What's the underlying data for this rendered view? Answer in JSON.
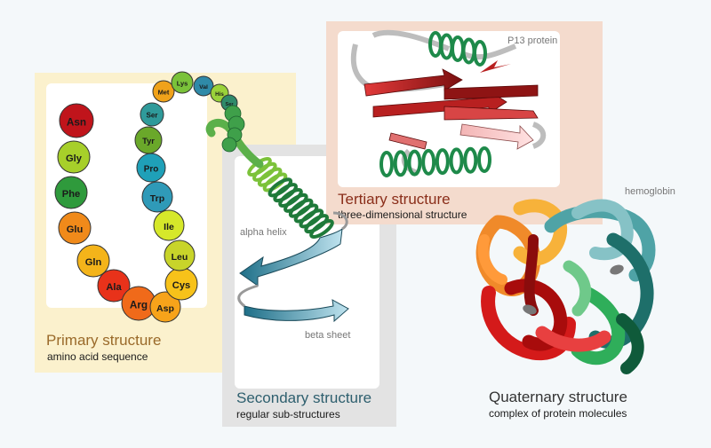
{
  "primary": {
    "title": "Primary structure",
    "subtitle": "amino acid sequence",
    "title_color": "#9a6a2a",
    "amino_acids": [
      "Asn",
      "Gly",
      "Phe",
      "Glu",
      "Gln",
      "Ala",
      "Arg",
      "Asp",
      "Cys",
      "Leu",
      "Ile",
      "Trp",
      "Pro",
      "Tyr",
      "Ser",
      "Met",
      "Lys",
      "Val",
      "His",
      "Ser"
    ]
  },
  "secondary": {
    "title": "Secondary structure",
    "subtitle": "regular sub-structures",
    "title_color": "#2e5f6e",
    "helix_label": "alpha helix",
    "sheet_label": "beta sheet"
  },
  "tertiary": {
    "title": "Tertiary structure",
    "subtitle": "three-dimensional structure",
    "title_color": "#8a2e1a",
    "protein_label": "P13 protein"
  },
  "quaternary": {
    "title": "Quaternary structure",
    "subtitle": "complex of protein molecules",
    "title_color": "#333333",
    "protein_label": "hemoglobin"
  }
}
